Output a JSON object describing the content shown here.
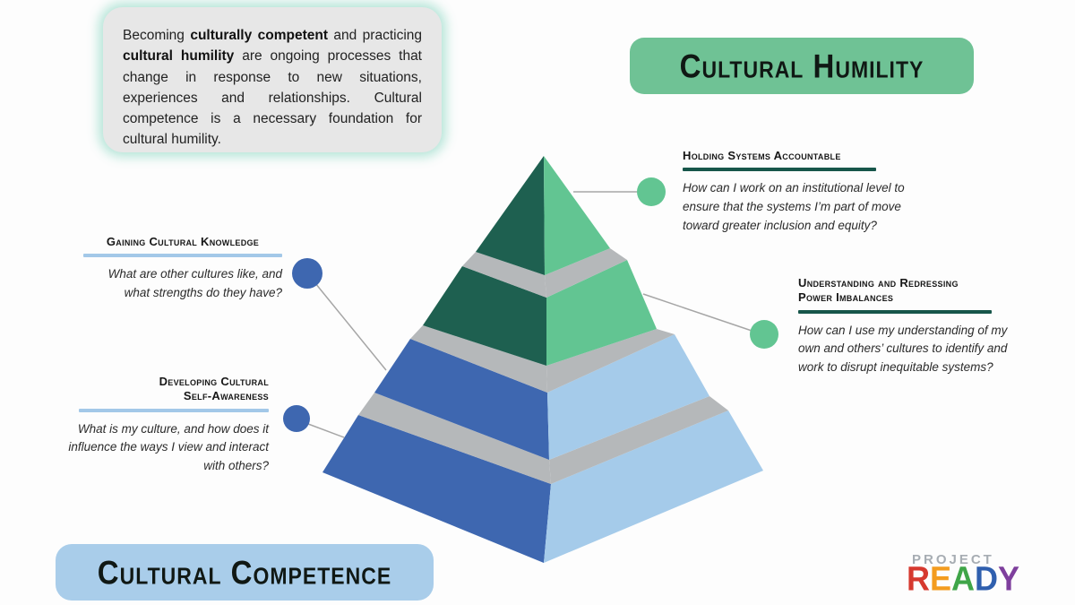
{
  "colors": {
    "page_bg": "#fdfdfd",
    "intro_bg": "#e7e7e7",
    "green_box": "#6fc295",
    "blue_box": "#a9cdea",
    "dark_green": "#1e6050",
    "med_green": "#62c592",
    "med_blue": "#3e67b0",
    "light_blue": "#a5cbea",
    "band_gray": "#b5b8ba",
    "line_gray": "#a6a6a6",
    "underline_blue": "#a3c8e8",
    "underline_green": "#17564a",
    "text_dark": "#1d1d1d"
  },
  "intro": {
    "part1": "Becoming ",
    "bold1": "culturally competent",
    "part2": " and practicing ",
    "bold2": "cultural humility",
    "part3": " are ongoing processes that change in response to new situations, experiences and relationships. Cultural competence is a necessary foundation for cultural humility."
  },
  "titles": {
    "humility": "Cultural Humility",
    "competence": "Cultural Competence"
  },
  "callouts": {
    "holding": {
      "heading": "Holding Systems Accountable",
      "question": "How can I work on an institutional level to ensure that the systems I’m part of move toward greater inclusion and equity?"
    },
    "redressing": {
      "heading": [
        "Understanding and Redressing",
        "Power Imbalances"
      ],
      "question": "How can I use my understanding of my own and others’ cultures to identify and work to disrupt inequitable systems?"
    },
    "knowledge": {
      "heading": "Gaining Cultural Knowledge",
      "question": "What are other cultures like, and what strengths do they have?"
    },
    "awareness": {
      "heading": [
        "Developing Cultural",
        "Self-Awareness"
      ],
      "question": "What is my culture, and how does it influence the ways I view and interact with others?"
    }
  },
  "pyramid": {
    "tiers": [
      "Developing Cultural Self-Awareness",
      "Gaining Cultural Knowledge",
      "Understanding and Redressing Power Imbalances",
      "Holding Systems Accountable"
    ]
  },
  "logo": {
    "project": "PROJECT",
    "ready": [
      {
        "ch": "R",
        "color": "#d6392f"
      },
      {
        "ch": "E",
        "color": "#f39c1f"
      },
      {
        "ch": "A",
        "color": "#3fa548"
      },
      {
        "ch": "D",
        "color": "#2f5fae"
      },
      {
        "ch": "Y",
        "color": "#7e3f9d"
      }
    ]
  }
}
